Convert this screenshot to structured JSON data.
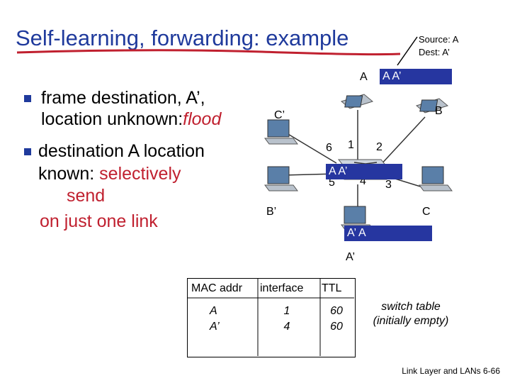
{
  "slide": {
    "title": "Self-learning, forwarding: example",
    "source_label": "Source: A",
    "dest_label": "Dest: A’",
    "footer": "Link Layer and LANs  6-66"
  },
  "bullets": [
    {
      "text_a": "frame destination, A’,",
      "text_b": "location unknown:",
      "flood": "flood"
    },
    {
      "text_a": "destination A location",
      "text_b_plain": "known: ",
      "text_b_red": "selectively",
      "text_c": "send",
      "text_d": "on just one link"
    }
  ],
  "network": {
    "hosts": {
      "a": "A",
      "b": "B",
      "c": "C",
      "a_prime": "A’",
      "b_prime": "B’",
      "c_prime": "C’"
    },
    "ports": {
      "p1": "1",
      "p2": "2",
      "p3": "3",
      "p4": "4",
      "p5": "5",
      "p6": "6"
    },
    "frames": {
      "top": {
        "src": "A",
        "dst": "A’"
      },
      "switch": {
        "src": "A",
        "dst": "A’"
      },
      "bottom": {
        "src": "A’",
        "dst": "A"
      }
    }
  },
  "switch_table": {
    "headers": [
      "MAC addr",
      "interface",
      "TTL"
    ],
    "rows": [
      {
        "mac": "A",
        "interface": "1",
        "ttl": "60"
      },
      {
        "mac": "A’",
        "interface": "4",
        "ttl": "60"
      }
    ],
    "caption_line1": "switch table",
    "caption_line2": "(initially empty)"
  },
  "colors": {
    "title": "#1f3a9c",
    "accent_red": "#c0202f",
    "frame_fill": "#2636a0",
    "underline": "#c0202f"
  }
}
